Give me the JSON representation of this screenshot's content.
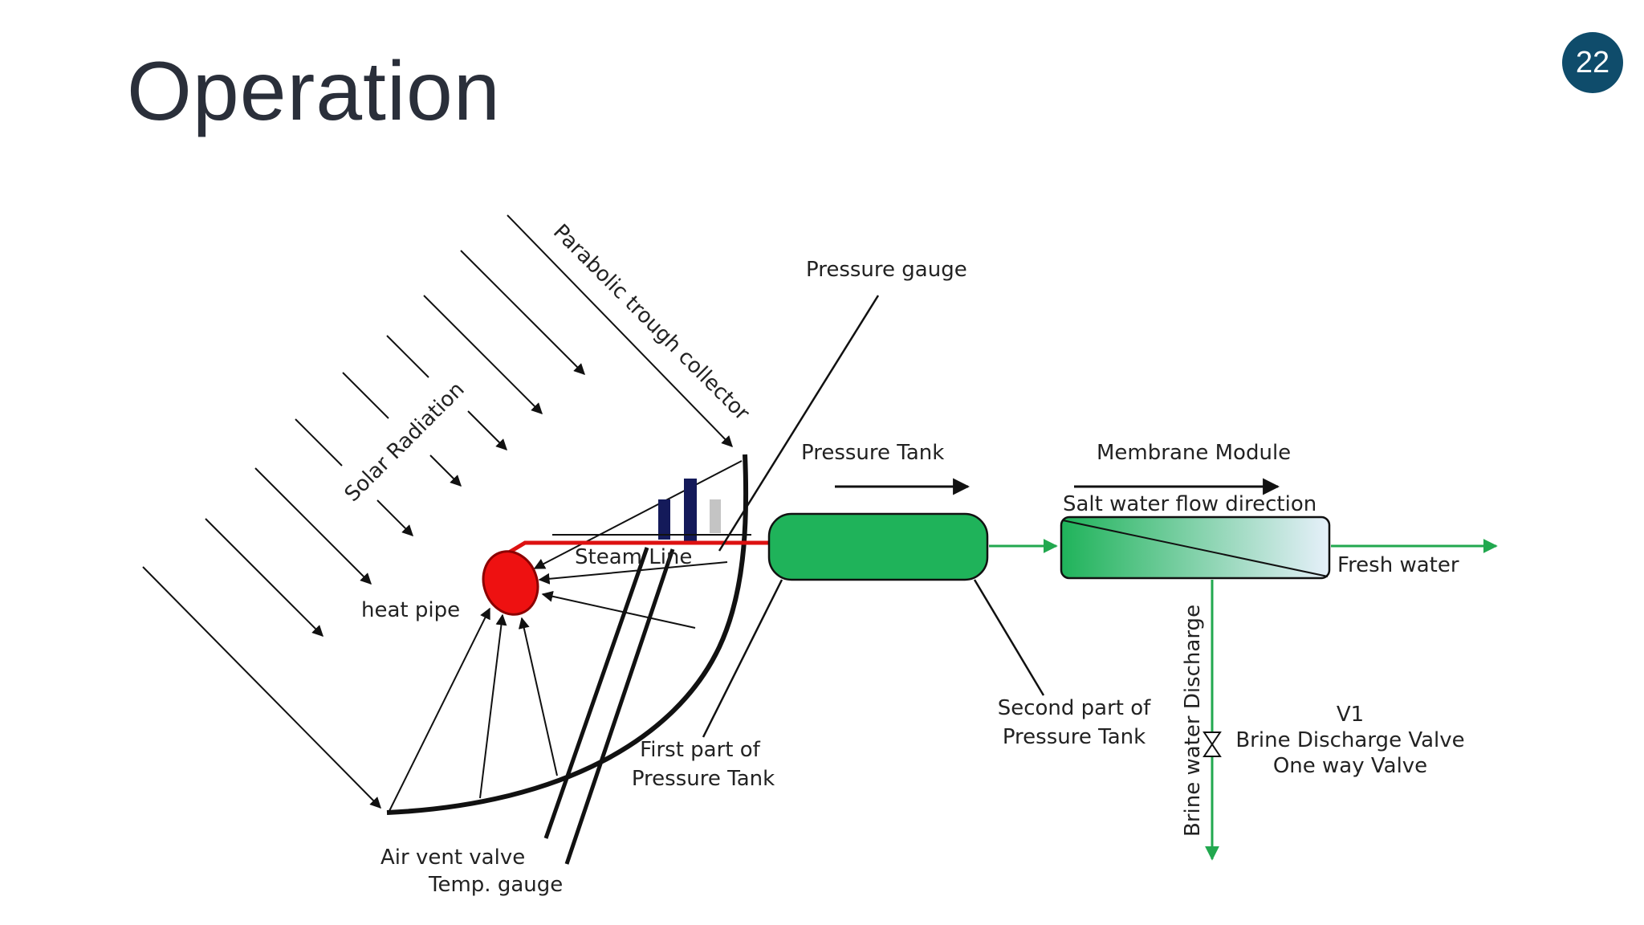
{
  "slide": {
    "title": "Operation",
    "page_number": "22"
  },
  "diagram": {
    "labels": {
      "solar_radiation": "Solar Radiation",
      "parabolic_trough": "Parabolic trough collector",
      "pressure_gauge": "Pressure gauge",
      "pressure_tank": "Pressure Tank",
      "membrane_module": "Membrane Module",
      "salt_water_flow": "Salt water flow direction",
      "steam_line": "Steam Line",
      "heat_pipe": "heat pipe",
      "fresh_water": "Fresh water",
      "brine_discharge": "Brine water Discharge",
      "second_part_1": "Second part of",
      "second_part_2": "Pressure Tank",
      "first_part_1": "First part of",
      "first_part_2": "Pressure Tank",
      "v1": "V1",
      "valve_1": "Brine Discharge Valve",
      "valve_2": "One way Valve",
      "air_vent": "Air vent valve",
      "temp_gauge": "Temp. gauge"
    },
    "colors": {
      "tank_green": "#1fb35a",
      "flow_green": "#22a84f",
      "heat_pipe_red": "#ee1111",
      "steam_red": "#dd1111",
      "gauge_navy": "#141a5a",
      "gauge_gray": "#c4c4c4",
      "badge": "#0f4c6b"
    }
  }
}
